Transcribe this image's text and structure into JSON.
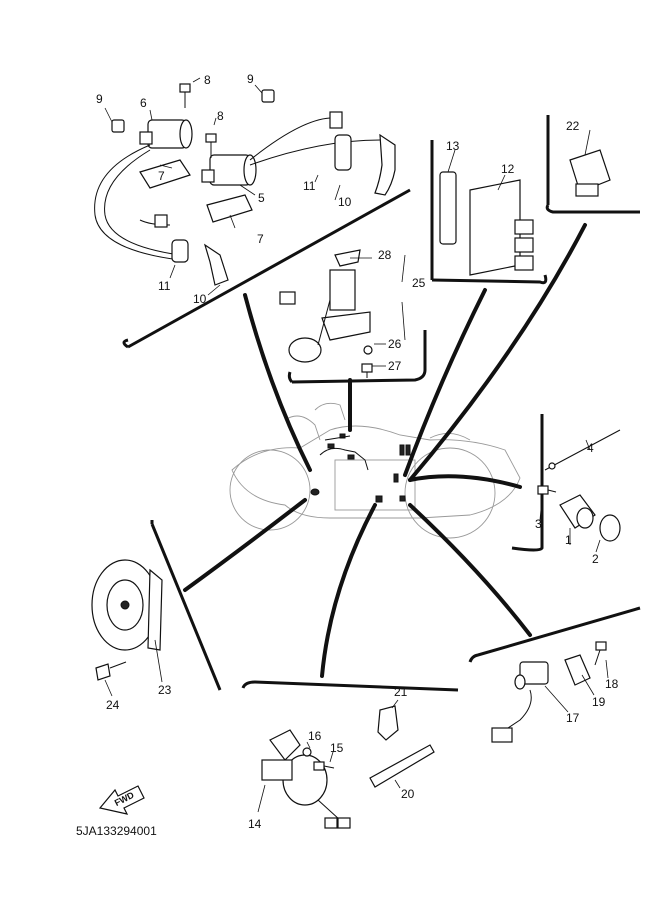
{
  "diagram_code": "5JA133294001",
  "fwd_label": "FWD",
  "callouts": {
    "c1": "1",
    "c2": "2",
    "c3": "3",
    "c4": "4",
    "c5": "5",
    "c6": "6",
    "c7a": "7",
    "c7b": "7",
    "c8a": "8",
    "c8b": "8",
    "c9a": "9",
    "c9b": "9",
    "c10a": "10",
    "c10b": "10",
    "c11a": "11",
    "c11b": "11",
    "c12": "12",
    "c13": "13",
    "c14": "14",
    "c15": "15",
    "c16": "16",
    "c17": "17",
    "c18": "18",
    "c19": "19",
    "c20": "20",
    "c21": "21",
    "c22": "22",
    "c23": "23",
    "c24": "24",
    "c25": "25",
    "c26": "26",
    "c27": "27",
    "c28": "28"
  }
}
